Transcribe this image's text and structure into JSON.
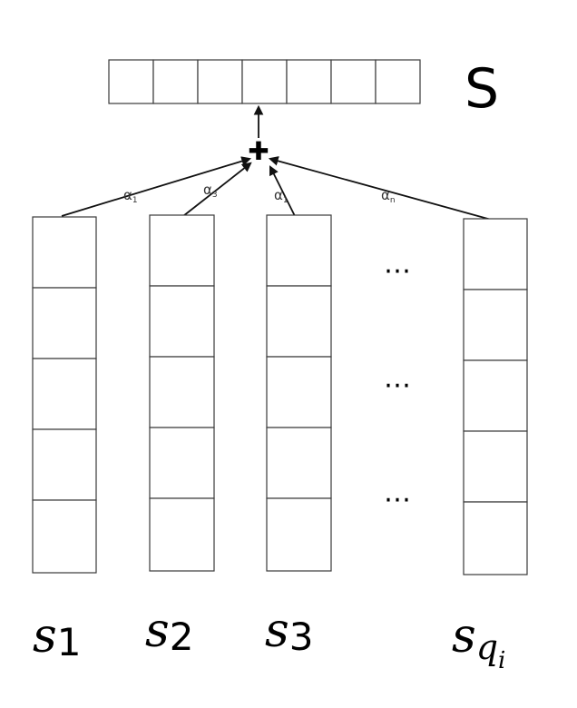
{
  "output_vector": {
    "label": "S",
    "cell_count": 7
  },
  "combine_symbol": "✚",
  "weights": [
    {
      "symbol": "α",
      "sub": "1"
    },
    {
      "symbol": "α",
      "sub": "3"
    },
    {
      "symbol": "α",
      "sub": "1"
    },
    {
      "symbol": "α",
      "sub": "n"
    }
  ],
  "columns": [
    {
      "base": "s",
      "sub": "1",
      "cells": 5
    },
    {
      "base": "s",
      "sub": "2",
      "cells": 5
    },
    {
      "base": "s",
      "sub": "3",
      "cells": 5
    },
    {
      "base": "s",
      "sub": "q",
      "subsub": "i",
      "cells": 5
    }
  ],
  "ellipsis": [
    "⋯",
    "⋯",
    "⋯"
  ]
}
